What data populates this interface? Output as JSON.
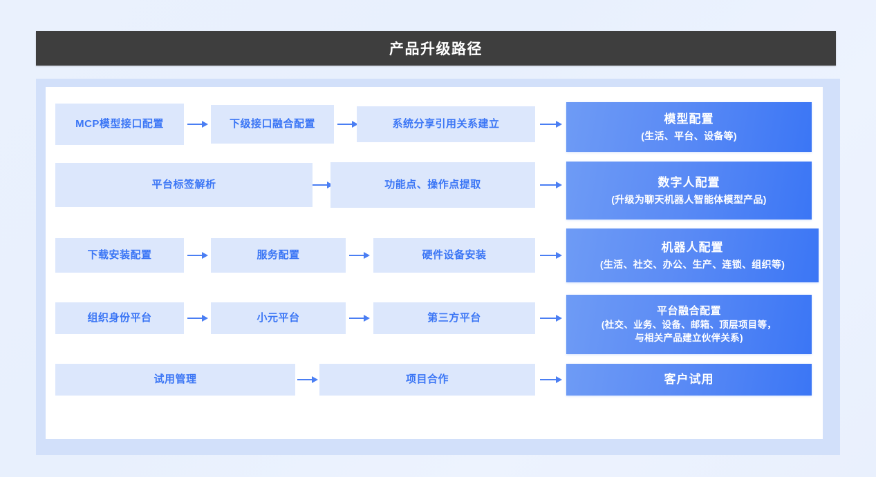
{
  "header": {
    "title": "产品升级路径"
  },
  "colors": {
    "header_bg": "#3e3e3e",
    "header_text": "#ffffff",
    "step_bg": "#dce7fc",
    "step_text": "#3b76f5",
    "result_gradient_from": "#6e9bf5",
    "result_gradient_to": "#3b76f5",
    "result_text": "#ffffff",
    "arrow": "#4a7ef3",
    "panel_bg": "#d2e0fa",
    "card_bg": "#ffffff",
    "page_bg": "#eaf1fd"
  },
  "flow": {
    "rows": [
      {
        "steps": [
          {
            "label": "MCP模型接口配置"
          },
          {
            "label": "下级接口融合配置"
          },
          {
            "label": "系统分享引用关系建立"
          }
        ],
        "result": {
          "title": "模型配置",
          "subtitle": "(生活、平台、设备等)"
        }
      },
      {
        "steps": [
          {
            "label": "平台标签解析"
          },
          {
            "label": "功能点、操作点提取"
          }
        ],
        "result": {
          "title": "数字人配置",
          "subtitle": "(升级为聊天机器人智能体模型产品)"
        }
      },
      {
        "steps": [
          {
            "label": "下载安装配置"
          },
          {
            "label": "服务配置"
          },
          {
            "label": "硬件设备安装"
          }
        ],
        "result": {
          "title": "机器人配置",
          "subtitle": "(生活、社交、办公、生产、连锁、组织等)"
        }
      },
      {
        "steps": [
          {
            "label": "组织身份平台"
          },
          {
            "label": "小元平台"
          },
          {
            "label": "第三方平台"
          }
        ],
        "result": {
          "title": "平台融合配置",
          "subtitle": "(社交、业务、设备、邮箱、顶层项目等，",
          "subtitle2": "与相关产品建立伙伴关系)"
        }
      },
      {
        "steps": [
          {
            "label": "试用管理"
          },
          {
            "label": "项目合作"
          }
        ],
        "result": {
          "title": "客户试用",
          "subtitle": ""
        }
      }
    ]
  }
}
